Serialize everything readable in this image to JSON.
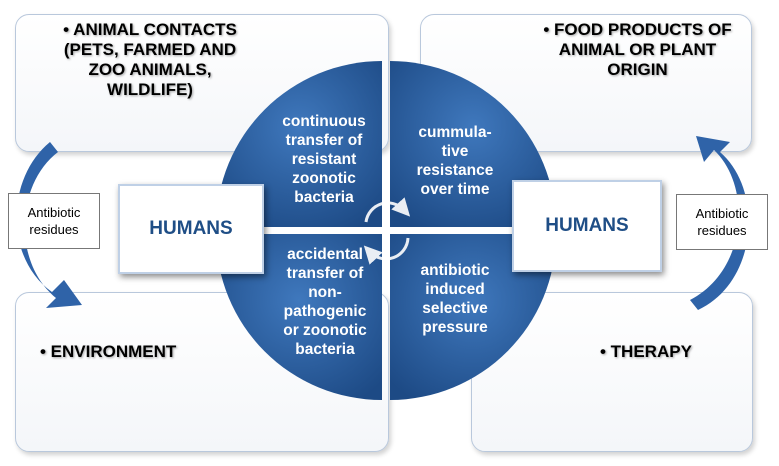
{
  "boxes": {
    "top_left": "• ANIMAL CONTACTS\n(PETS, FARMED AND\nZOO ANIMALS,\nWILDLIFE)",
    "top_right": "• FOOD PRODUCTS OF\nANIMAL OR PLANT\nORIGIN",
    "bottom_left": "• ENVIRONMENT",
    "bottom_right": "• THERAPY"
  },
  "humans": {
    "left": "HUMANS",
    "right": "HUMANS"
  },
  "residues": {
    "left": "Antibiotic\nresidues",
    "right": "Antibiotic\nresidues"
  },
  "quadrants": {
    "top_left": "continuous\ntransfer of\nresistant\nzoonotic\nbacteria",
    "top_right": "cummula-\ntive\nresistance\nover time",
    "bottom_left": "accidental\ntransfer of\nnon-\npathogenic\nor zoonotic\nbacteria",
    "bottom_right": "antibiotic\ninduced\nselective\npressure"
  },
  "colors": {
    "circle_blue": "#2e64a6",
    "circle_dark": "#1d4a85",
    "arrow_blue": "#2f63a8",
    "humans_text": "#1f4e86"
  }
}
